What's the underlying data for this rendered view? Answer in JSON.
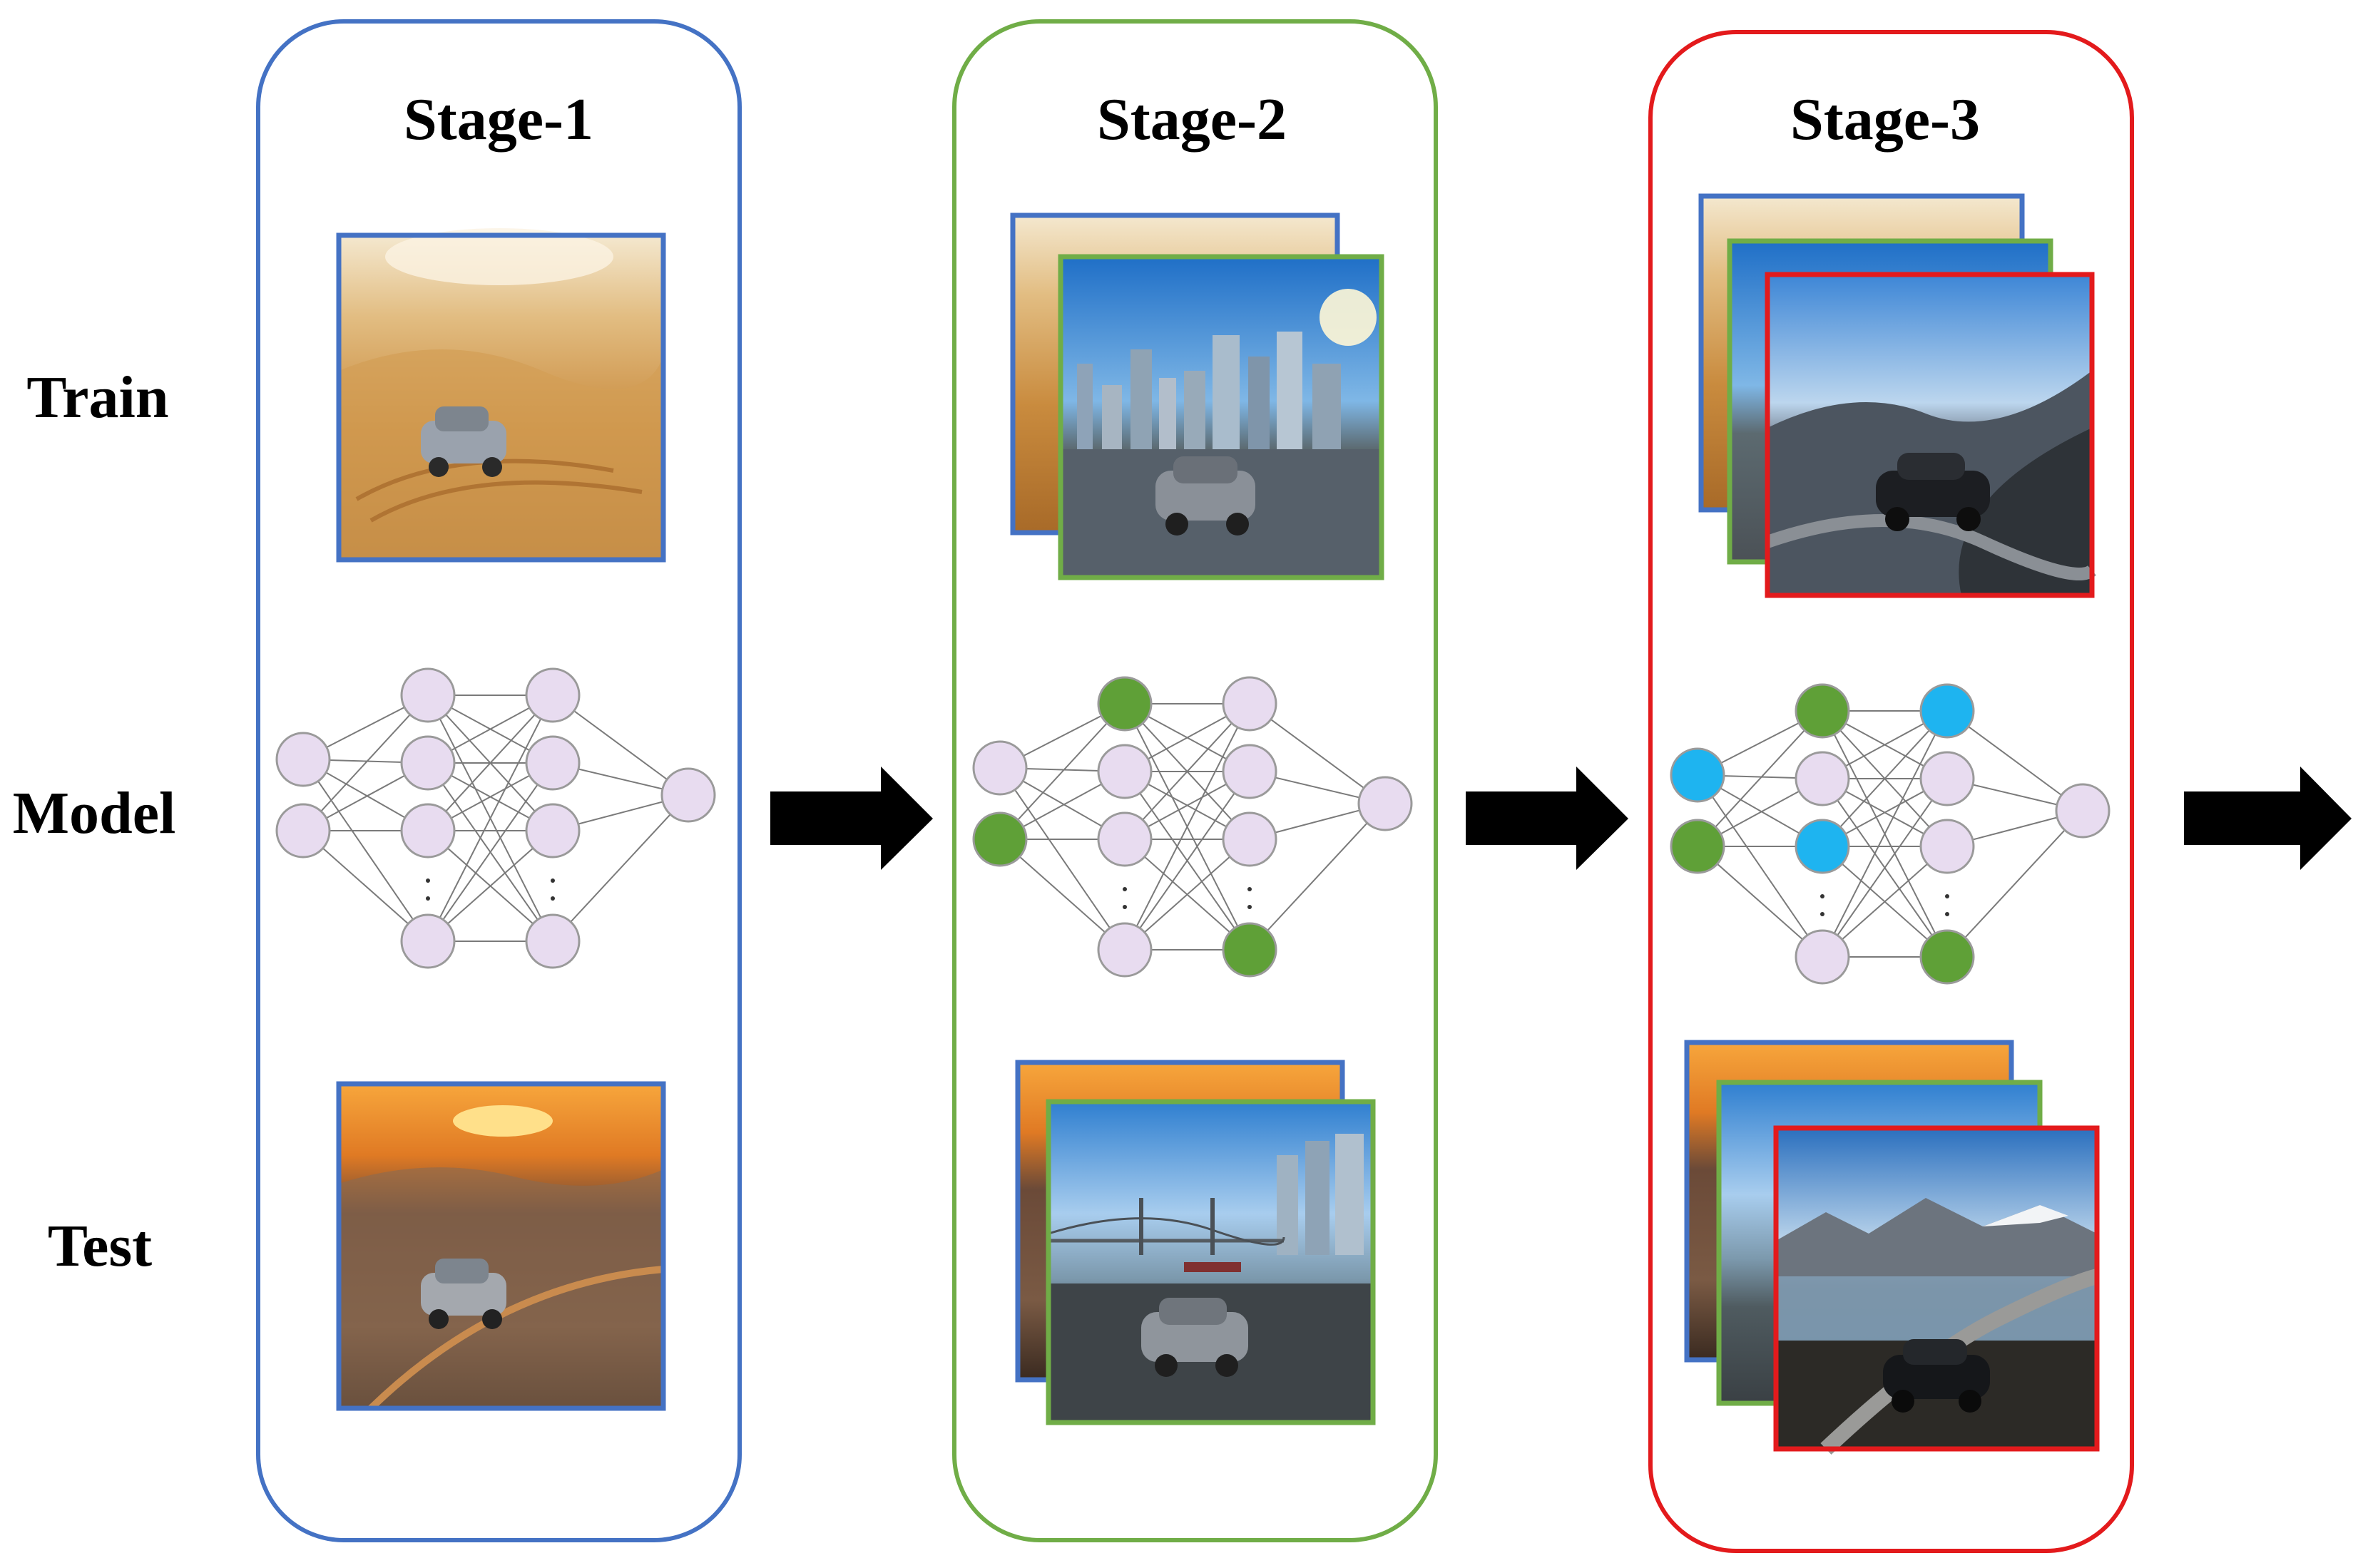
{
  "rows": {
    "train": "Train",
    "model": "Model",
    "test": "Test"
  },
  "stages": [
    {
      "title": "Stage-1",
      "color": "#4472C4",
      "train_images": [
        "desert-dunes-car"
      ],
      "test_images": [
        "desert-sunset-car"
      ],
      "node_colors": {
        "input": [
          "purple",
          "purple"
        ],
        "h1": [
          "purple",
          "purple",
          "purple",
          "purple"
        ],
        "h2": [
          "purple",
          "purple",
          "purple",
          "purple"
        ],
        "output": "purple"
      }
    },
    {
      "title": "Stage-2",
      "color": "#70AD47",
      "train_images": [
        "desert-dunes-car",
        "city-skyline-car"
      ],
      "test_images": [
        "desert-sunset-car",
        "bridge-river-car"
      ],
      "node_colors": {
        "input": [
          "purple",
          "green"
        ],
        "h1": [
          "green",
          "purple",
          "purple",
          "purple"
        ],
        "h2": [
          "purple",
          "purple",
          "purple",
          "green"
        ],
        "output": "purple"
      }
    },
    {
      "title": "Stage-3",
      "color": "#E31A1C",
      "train_images": [
        "desert-dunes-car",
        "city-skyline-car",
        "mountain-road-car"
      ],
      "test_images": [
        "desert-sunset-car",
        "bridge-river-car",
        "lake-road-car"
      ],
      "node_colors": {
        "input": [
          "blue",
          "green"
        ],
        "h1": [
          "green",
          "purple",
          "blue",
          "purple"
        ],
        "h2": [
          "blue",
          "purple",
          "purple",
          "green"
        ],
        "output": "purple"
      }
    }
  ],
  "palette": {
    "purple": "#E8DCF0",
    "green": "#5FA037",
    "blue": "#1EB4F0"
  }
}
